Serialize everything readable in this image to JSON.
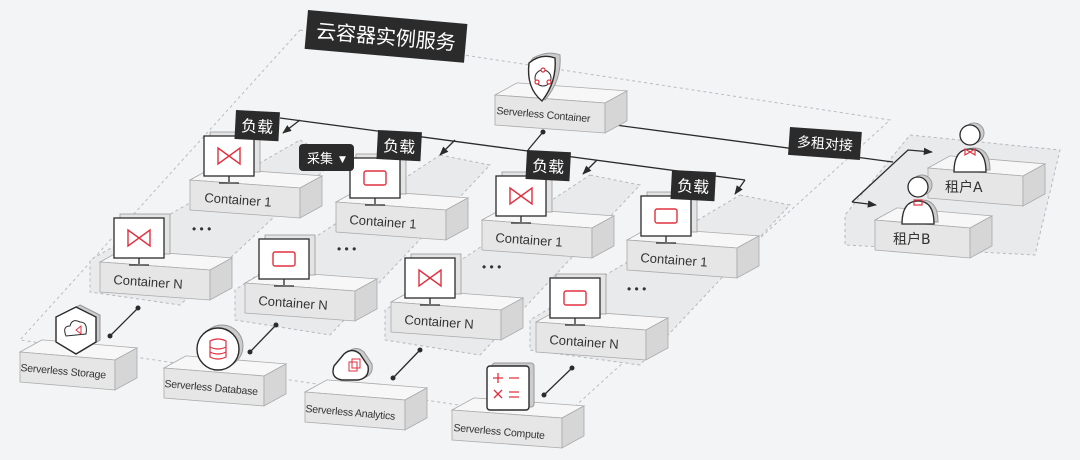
{
  "title": "云容器实例服务",
  "core_service": {
    "label": "Serverless Container",
    "icon": "shield-network-icon"
  },
  "load_label": "负载",
  "collect_dropdown": {
    "label": "采集",
    "icon": "caret-down-icon"
  },
  "multi_tenant_label": "多租对接",
  "clusters": [
    {
      "load_label": "负载",
      "containers": [
        {
          "label": "Container 1",
          "icon": "bowtie-icon"
        },
        {
          "label": "Container N",
          "icon": "bowtie-icon"
        }
      ]
    },
    {
      "load_label": "负载",
      "containers": [
        {
          "label": "Container 1",
          "icon": "rectangle-icon"
        },
        {
          "label": "Container N",
          "icon": "rectangle-icon"
        }
      ]
    },
    {
      "load_label": "负载",
      "containers": [
        {
          "label": "Container 1",
          "icon": "bowtie-icon"
        },
        {
          "label": "Container N",
          "icon": "bowtie-icon"
        }
      ]
    },
    {
      "load_label": "负载",
      "containers": [
        {
          "label": "Container 1",
          "icon": "rectangle-icon"
        },
        {
          "label": "Container N",
          "icon": "rectangle-icon"
        }
      ]
    }
  ],
  "tenants": [
    {
      "label": "租户A",
      "icon": "user-bowtie-icon"
    },
    {
      "label": "租户B",
      "icon": "user-collar-icon"
    }
  ],
  "services": [
    {
      "label": "Serverless Storage",
      "icon": "cloud-hexagon-icon"
    },
    {
      "label": "Serverless Database",
      "icon": "database-icon"
    },
    {
      "label": "Serverless Analytics",
      "icon": "analytics-cubes-icon"
    },
    {
      "label": "Serverless Compute",
      "icon": "calculator-icon"
    }
  ],
  "ellipsis": "• • •",
  "colors": {
    "accent": "#e0303f",
    "dark": "#2b2b2b",
    "background": "#f3f4f6",
    "platform": "#ebebeb"
  }
}
